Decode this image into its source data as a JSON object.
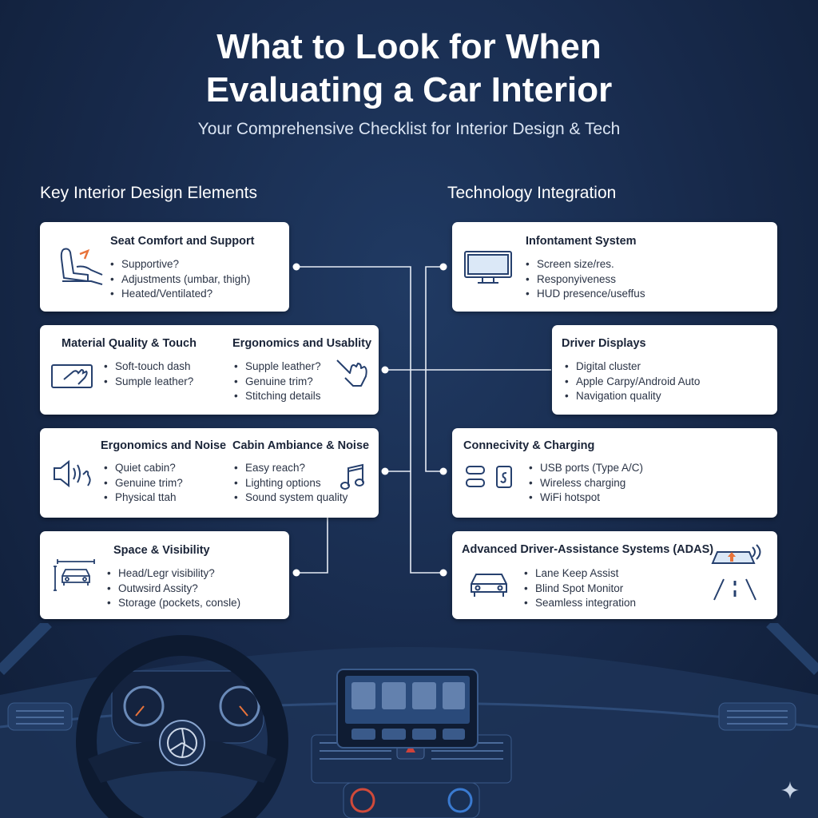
{
  "header": {
    "title_line1": "What to Look for When",
    "title_line2": "Evaluating a Car Interior",
    "subtitle": "Your Comprehensive Checklist for Interior Design & Tech"
  },
  "sections": {
    "left": "Key Interior Design Elements",
    "right": "Technology Integration"
  },
  "left_cards": {
    "seat": {
      "title": "Seat Comfort and Support",
      "icon": "seat-icon",
      "items": [
        "Supportive?",
        "Adjustments (umbar, thigh)",
        "Heated/Ventilated?"
      ]
    },
    "material": {
      "title": "Material Quality & Touch",
      "icon": "hand-touch-icon",
      "items": [
        "Soft-touch dash",
        "Sumple leather?"
      ]
    },
    "ergonomics_usability": {
      "title": "Ergonomics and Usablity",
      "icon": "pointer-hand-icon",
      "items": [
        "Supple leather?",
        "Genuine trim?",
        "Stitching details"
      ]
    },
    "ergonomics_noise": {
      "title": "Ergonomics and Noise",
      "icon": "speaker-icon",
      "items": [
        "Quiet cabin?",
        "Genuine trim?",
        "Physical ttah"
      ]
    },
    "cabin_ambiance": {
      "title": "Cabin Ambiance & Noise",
      "icon": "music-note-icon",
      "items": [
        "Easy reach?",
        "Lighting options",
        "Sound system quality"
      ]
    },
    "space": {
      "title": "Space & Visibility",
      "icon": "car-dimensions-icon",
      "items": [
        "Head/Legr visibility?",
        "Outwsird Assity?",
        "Storage (pockets, consle)"
      ]
    }
  },
  "right_cards": {
    "infotainment": {
      "title": "Infontament System",
      "icon": "monitor-icon",
      "items": [
        "Screen size/res.",
        "Responyiveness",
        "HUD presence/useffus"
      ]
    },
    "driver_displays": {
      "title": "Driver Displays",
      "items": [
        "Digital cluster",
        "Apple Carpy/Android Auto",
        "Navigation quality"
      ]
    },
    "connectivity": {
      "title": "Connecivity & Charging",
      "icon": "usb-ports-icon",
      "items": [
        "USB ports (Type A/C)",
        "Wireless charging",
        "WiFi hotspot"
      ]
    },
    "adas": {
      "title": "Advanced Driver-Assistance Systems (ADAS)",
      "icon": "car-front-icon",
      "items": [
        "Lane Keep Assist",
        "Blind Spot Monitor",
        "Seamless integration"
      ]
    }
  },
  "colors": {
    "background": "#17294a",
    "card": "#ffffff",
    "connector": "#e6ecf5",
    "icon_stroke": "#26406e",
    "accent_orange": "#e8733a"
  }
}
